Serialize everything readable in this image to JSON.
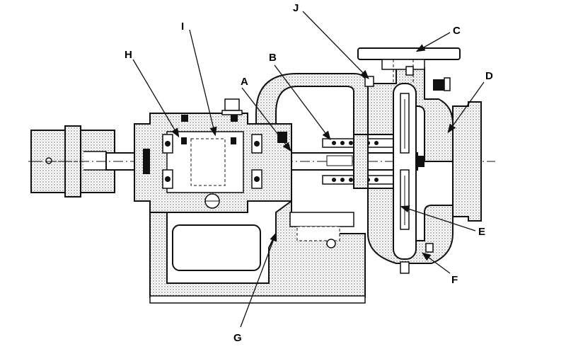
{
  "diagram": {
    "labels": {
      "A": "A",
      "B": "B",
      "C": "C",
      "D": "D",
      "E": "E",
      "F": "F",
      "G": "G",
      "H": "H",
      "I": "I",
      "J": "J"
    }
  },
  "colors": {
    "ink": "#111111",
    "background": "#ffffff"
  }
}
